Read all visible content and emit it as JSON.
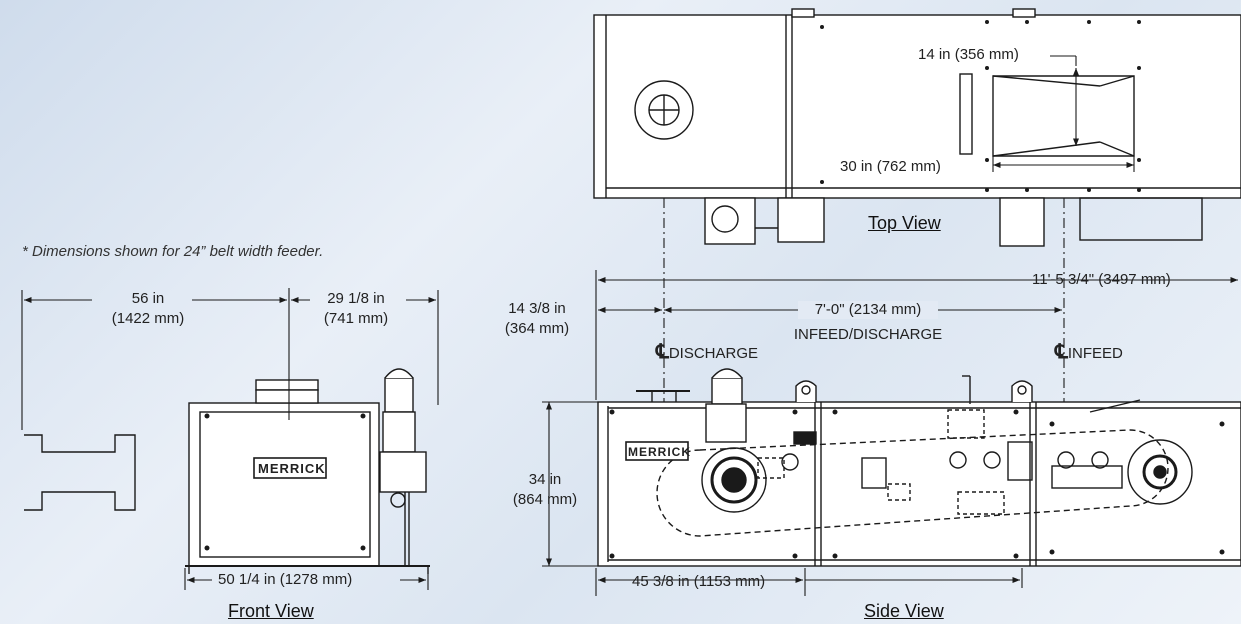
{
  "note": "*  Dimensions shown for 24” belt width feeder.",
  "views": {
    "top": "Top View",
    "front": "Front View",
    "side": "Side View"
  },
  "logo": "MERRICK",
  "dimensions": {
    "top_inlet_width": "14 in (356 mm)",
    "top_inlet_length": "30 in (762 mm)",
    "overall_length": "11'-5 3/4\" (3497 mm)",
    "front_width_1": "56 in",
    "front_width_1_mm": "(1422 mm)",
    "front_width_2": "29 1/8 in",
    "front_width_2_mm": "(741 mm)",
    "front_base": "50 1/4 in (1278 mm)",
    "side_offset": "14 3/8 in",
    "side_offset_mm": "(364 mm)",
    "infeed_discharge": "7'-0\" (2134 mm)",
    "infeed_discharge_label": "INFEED/DISCHARGE",
    "height": "34 in",
    "height_mm": "(864 mm)",
    "side_base": "45 3/8 in (1153 mm)"
  },
  "centerlines": {
    "discharge": "DISCHARGE",
    "infeed": "INFEED"
  },
  "colors": {
    "line": "#1a1a1a",
    "panel": "#ffffff",
    "background": "#dbe5f1"
  }
}
